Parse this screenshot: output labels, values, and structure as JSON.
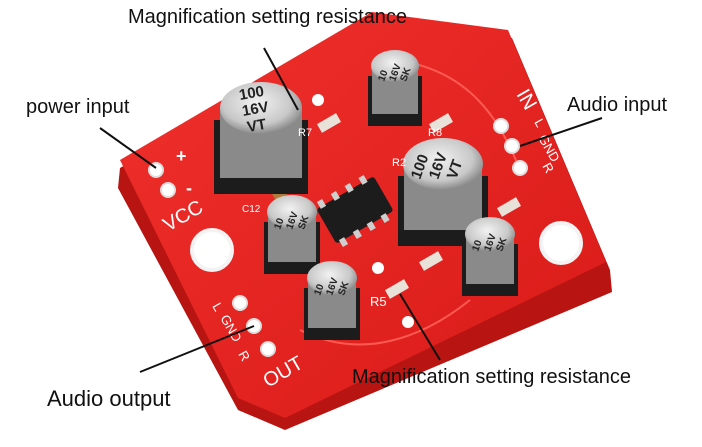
{
  "callouts": {
    "magnification_top": "Magnification setting resistance",
    "power_input": "power input",
    "audio_input": "Audio input",
    "magnification_bottom": "Magnification setting resistance",
    "audio_output": "Audio output"
  },
  "board": {
    "silkscreen": {
      "vcc": "VCC",
      "plus": "+",
      "minus": "-",
      "in": "IN",
      "out": "OUT",
      "l_in": "L",
      "gnd_in": "GND",
      "r_in": "R",
      "l_out": "L",
      "gnd_out": "GND",
      "r_out": "R",
      "r7": "R7",
      "r8": "R8",
      "r2": "R2",
      "r5": "R5",
      "c12": "C12"
    },
    "capacitors": {
      "large": {
        "line1": "100",
        "line2": "16V",
        "line3": "VT"
      },
      "small": {
        "line1": "10",
        "line2": "16V",
        "line3": "SK"
      }
    },
    "colors": {
      "pcb": "#e8201e",
      "pcb_edge": "#b81512",
      "silk": "#ffffff",
      "cap_top": "#c9c9c9",
      "chip": "#1c1c1c"
    }
  }
}
